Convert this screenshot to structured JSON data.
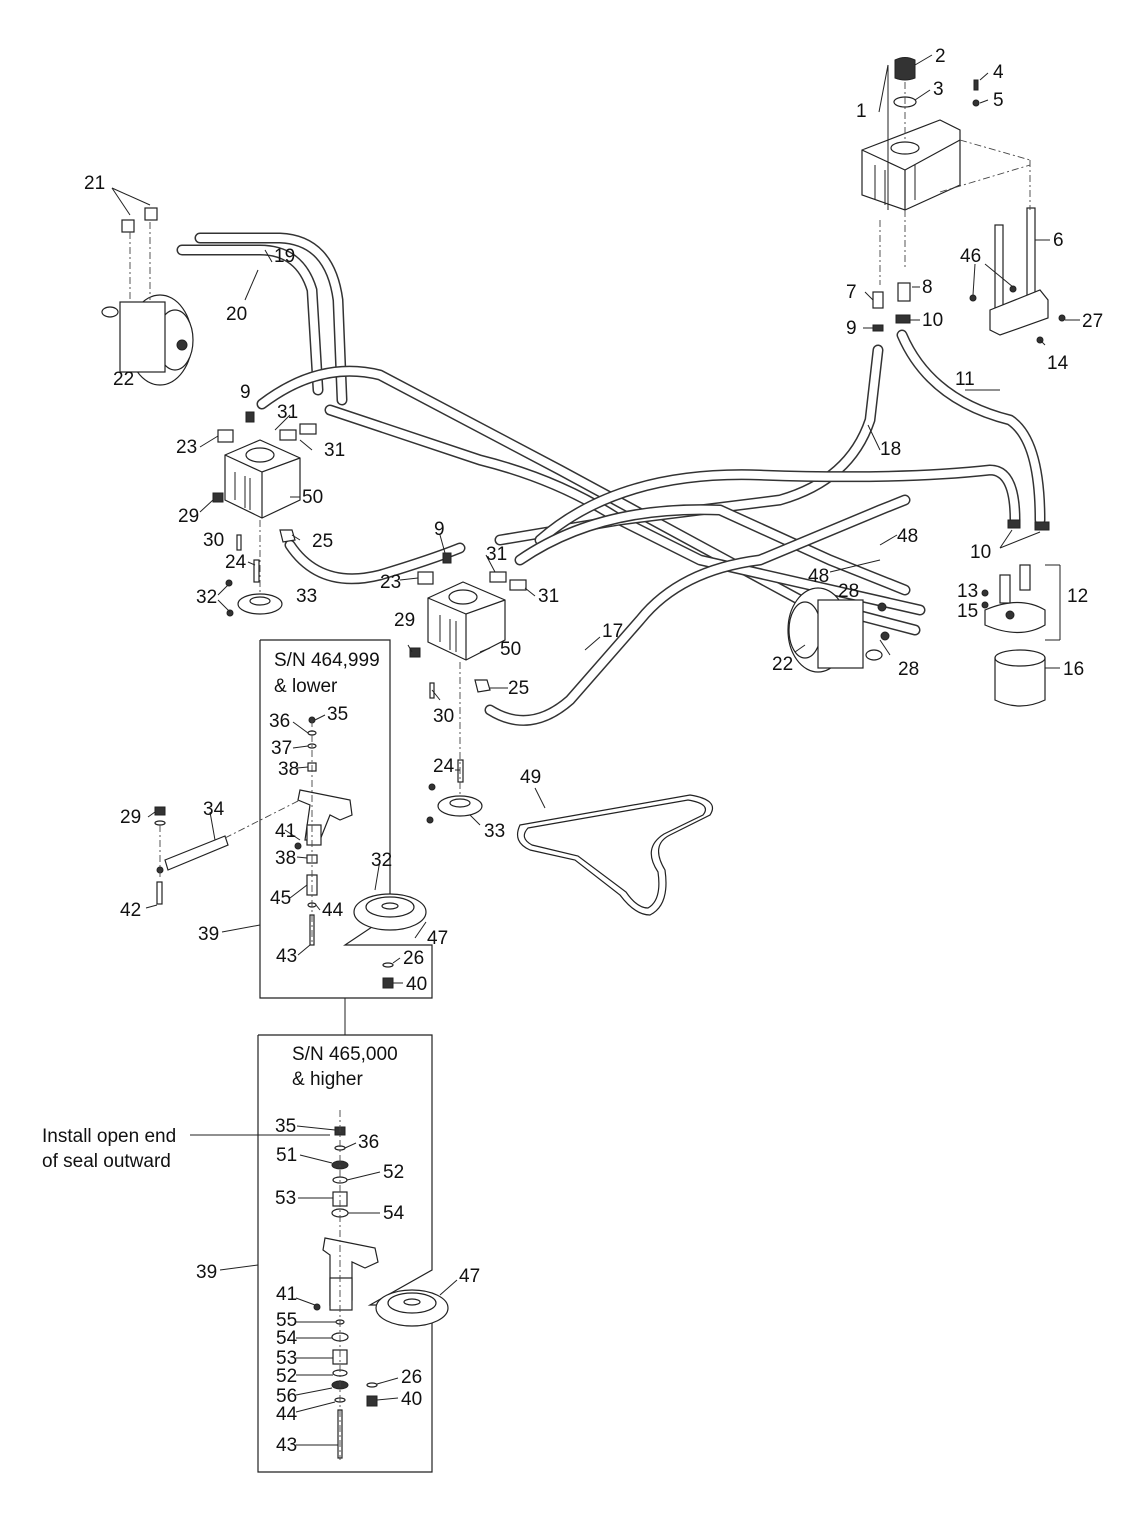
{
  "callouts": [
    {
      "text": "1"
    },
    {
      "text": "2"
    },
    {
      "text": "3"
    },
    {
      "text": "4"
    },
    {
      "text": "5"
    },
    {
      "text": "6"
    },
    {
      "text": "7"
    },
    {
      "text": "8"
    },
    {
      "text": "9"
    },
    {
      "text": "10"
    },
    {
      "text": "27"
    },
    {
      "text": "46"
    },
    {
      "text": "14"
    },
    {
      "text": "11"
    },
    {
      "text": "21"
    },
    {
      "text": "19"
    },
    {
      "text": "20"
    },
    {
      "text": "22"
    },
    {
      "text": "9"
    },
    {
      "text": "31"
    },
    {
      "text": "23"
    },
    {
      "text": "31"
    },
    {
      "text": "18"
    },
    {
      "text": "50"
    },
    {
      "text": "29"
    },
    {
      "text": "30"
    },
    {
      "text": "25"
    },
    {
      "text": "24"
    },
    {
      "text": "32"
    },
    {
      "text": "33"
    },
    {
      "text": "9"
    },
    {
      "text": "31"
    },
    {
      "text": "48"
    },
    {
      "text": "10"
    },
    {
      "text": "48"
    },
    {
      "text": "23"
    },
    {
      "text": "31"
    },
    {
      "text": "28"
    },
    {
      "text": "13"
    },
    {
      "text": "12"
    },
    {
      "text": "15"
    },
    {
      "text": "29"
    },
    {
      "text": "17"
    },
    {
      "text": "50"
    },
    {
      "text": "22"
    },
    {
      "text": "28"
    },
    {
      "text": "16"
    },
    {
      "text": "25"
    },
    {
      "text": "30"
    },
    {
      "text": "35"
    },
    {
      "text": "36"
    },
    {
      "text": "37"
    },
    {
      "text": "38"
    },
    {
      "text": "24"
    },
    {
      "text": "49"
    },
    {
      "text": "29"
    },
    {
      "text": "34"
    },
    {
      "text": "33"
    },
    {
      "text": "41"
    },
    {
      "text": "38"
    },
    {
      "text": "32"
    },
    {
      "text": "45"
    },
    {
      "text": "44"
    },
    {
      "text": "42"
    },
    {
      "text": "39"
    },
    {
      "text": "47"
    },
    {
      "text": "43"
    },
    {
      "text": "26"
    },
    {
      "text": "40"
    },
    {
      "text": "35"
    },
    {
      "text": "51"
    },
    {
      "text": "36"
    },
    {
      "text": "52"
    },
    {
      "text": "53"
    },
    {
      "text": "54"
    },
    {
      "text": "39"
    },
    {
      "text": "47"
    },
    {
      "text": "41"
    },
    {
      "text": "55"
    },
    {
      "text": "54"
    },
    {
      "text": "53"
    },
    {
      "text": "52"
    },
    {
      "text": "26"
    },
    {
      "text": "56"
    },
    {
      "text": "40"
    },
    {
      "text": "44"
    },
    {
      "text": "43"
    }
  ],
  "boxes": {
    "lower": {
      "line1": "S/N 464,999",
      "line2": "& lower"
    },
    "higher": {
      "line1": "S/N 465,000",
      "line2": "& higher"
    }
  },
  "note": {
    "line1": "Install open end",
    "line2": "of seal outward"
  }
}
